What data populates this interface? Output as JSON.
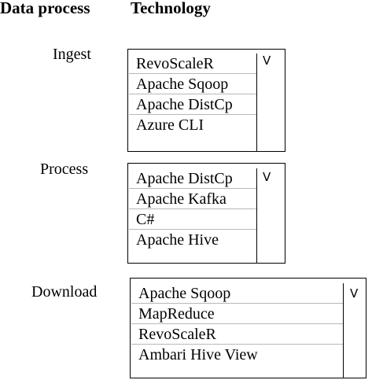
{
  "headers": {
    "data_process": "Data process",
    "technology": "Technology"
  },
  "rows": [
    {
      "label": "Ingest",
      "chevron": "V",
      "options": [
        "RevoScaleR",
        "Apache Sqoop",
        "Apache DistCp",
        "Azure CLI"
      ]
    },
    {
      "label": "Process",
      "chevron": "V",
      "options": [
        "Apache DistCp",
        "Apache Kafka",
        "C#",
        "Apache Hive"
      ]
    },
    {
      "label": "Download",
      "chevron": "V",
      "options": [
        "Apache Sqoop",
        "MapReduce",
        "RevoScaleR",
        "Ambari Hive View"
      ]
    }
  ]
}
